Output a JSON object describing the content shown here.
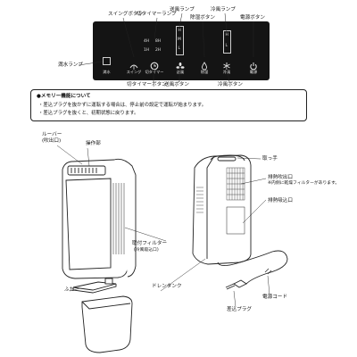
{
  "panel": {
    "swing_button": "スイングボタン",
    "timer_lamp": "切タイマーランプ",
    "fan_lamp": "送風ランプ",
    "dehumid_button": "除湿ボタン",
    "cool_lamp": "冷風ランプ",
    "power_button": "電源ボタン",
    "water_lamp": "満水ランプ",
    "timer_button": "切タイマーボタン",
    "fan_button": "送風ボタン",
    "cool_button": "冷風ボタン",
    "keys": {
      "water": "満水",
      "swing": "スイング",
      "timer": "切タイマー",
      "fan": "送風",
      "dehumid": "除湿",
      "cool": "冷風",
      "power": "電源"
    },
    "timer_grid": [
      "4H",
      "8H",
      "1H",
      "2H"
    ],
    "fan_level": [
      "H",
      "M",
      "L"
    ],
    "cool_level": [
      "H",
      "L"
    ]
  },
  "memo": {
    "title": "●メモリー機能について",
    "note1": "・差込プラグを抜かずに運転する場合は、停止前の設定で運転が始まります。",
    "note2": "・差込プラグを抜くと、初期状態に戻ります。"
  },
  "parts": {
    "louver": "ルーバー",
    "outlet": "(吹出口)",
    "control_panel": "操作部",
    "handle": "取っ手",
    "exhaust": "排熱吹出口",
    "exhaust_note": "※内側に乾燥フィルターがあります。",
    "exhaust_inlet": "排熱吸込口",
    "filter": "取付フィルター",
    "filter_note": "(冷風吸込口)",
    "lid": "ふた",
    "drain_tank": "ドレンタンク",
    "plug": "差込プラグ",
    "cord": "電源コード"
  }
}
